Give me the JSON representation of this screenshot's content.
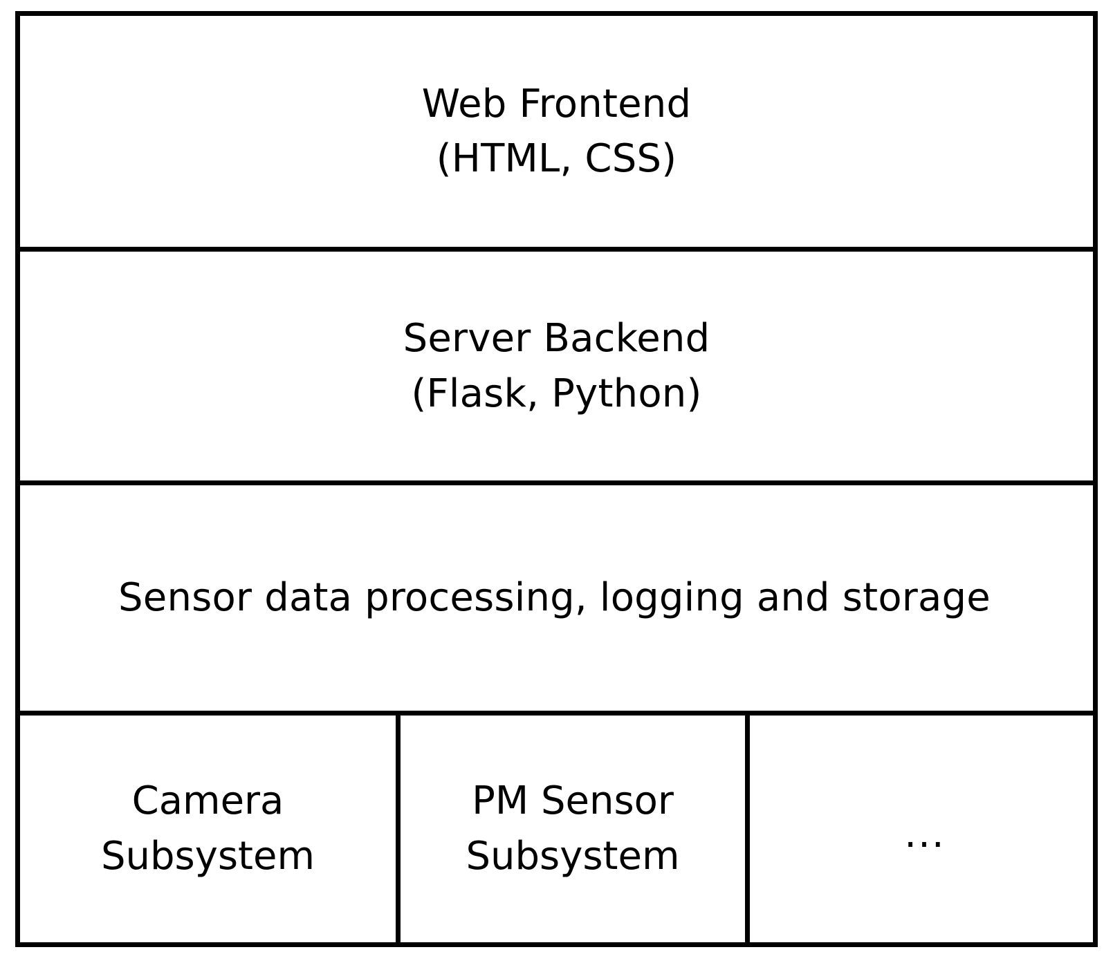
{
  "diagram": {
    "title": "System architecture layer stack",
    "colors": {
      "border": "#000000",
      "background": "#ffffff",
      "text": "#000000"
    },
    "layers": [
      {
        "id": "web-frontend",
        "label": "Web Frontend\n(HTML, CSS)",
        "line1": "Web Frontend",
        "line2": "(HTML, CSS)"
      },
      {
        "id": "server-backend",
        "label": "Server Backend\n(Flask, Python)",
        "line1": "Server Backend",
        "line2": "(Flask, Python)"
      },
      {
        "id": "sensor-processing",
        "label": "Sensor data processing, logging and storage",
        "line1": "Sensor data processing, logging and storage",
        "line2": ""
      }
    ],
    "subsystems": [
      {
        "id": "camera-subsystem",
        "label": "Camera\nSubsystem",
        "line1": "Camera",
        "line2": "Subsystem"
      },
      {
        "id": "pm-sensor-subsystem",
        "label": "PM Sensor\nSubsystem",
        "line1": "PM Sensor",
        "line2": "Subsystem"
      },
      {
        "id": "more-subsystems",
        "label": "...",
        "line1": "...",
        "line2": ""
      }
    ]
  }
}
